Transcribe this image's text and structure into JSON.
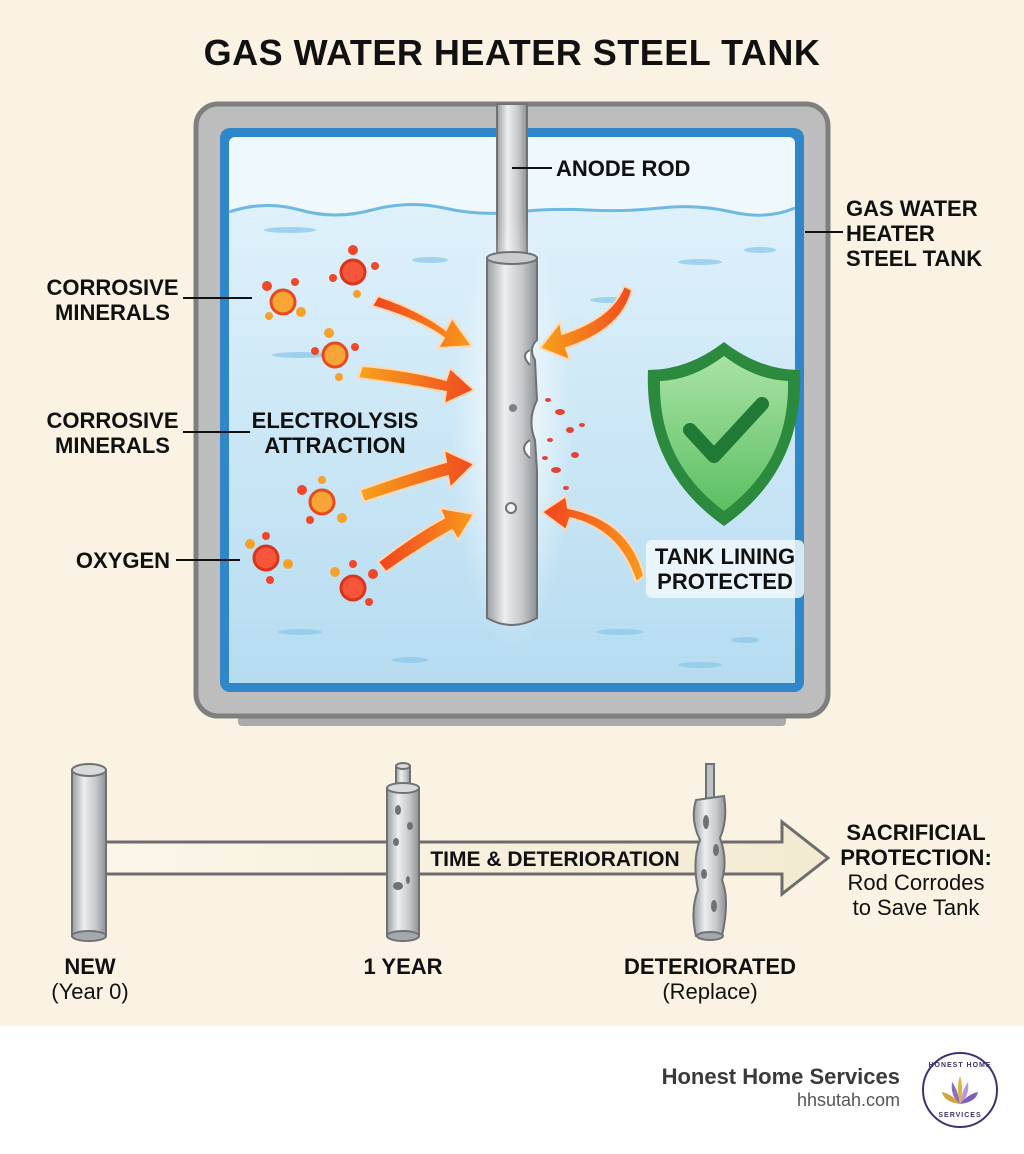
{
  "title": "GAS WATER HEATER STEEL TANK",
  "labels": {
    "anode_rod": "ANODE ROD",
    "tank": [
      "GAS WATER",
      "HEATER",
      "STEEL TANK"
    ],
    "corrosive_1": [
      "CORROSIVE",
      "MINERALS"
    ],
    "corrosive_2": [
      "CORROSIVE",
      "MINERALS"
    ],
    "oxygen": "OXYGEN",
    "electrolysis": [
      "ELECTROLYSIS",
      "ATTRACTION"
    ],
    "tank_lining": [
      "TANK LINING",
      "PROTECTED"
    ]
  },
  "timeline": {
    "arrow_label": "TIME & DETERIORATION",
    "stages": [
      {
        "title": "NEW",
        "subtitle": "(Year 0)"
      },
      {
        "title": "1 YEAR",
        "subtitle": ""
      },
      {
        "title": "DETERIORATED",
        "subtitle": "(Replace)"
      }
    ],
    "conclusion": {
      "title_lines": [
        "SACRIFICIAL",
        "PROTECTION:"
      ],
      "body_lines": [
        "Rod Corrodes",
        "to Save Tank"
      ]
    }
  },
  "footer": {
    "brand": "Honest Home Services",
    "url": "hhsutah.com",
    "logo_top": "HONEST HOME",
    "logo_bottom": "SERVICES"
  },
  "colors": {
    "water": "#c3e4f4",
    "tank_frame": "#b2b2b2",
    "arrow": "#f04a1f",
    "shield": "#3aa34c",
    "background": "#faf3e3"
  }
}
